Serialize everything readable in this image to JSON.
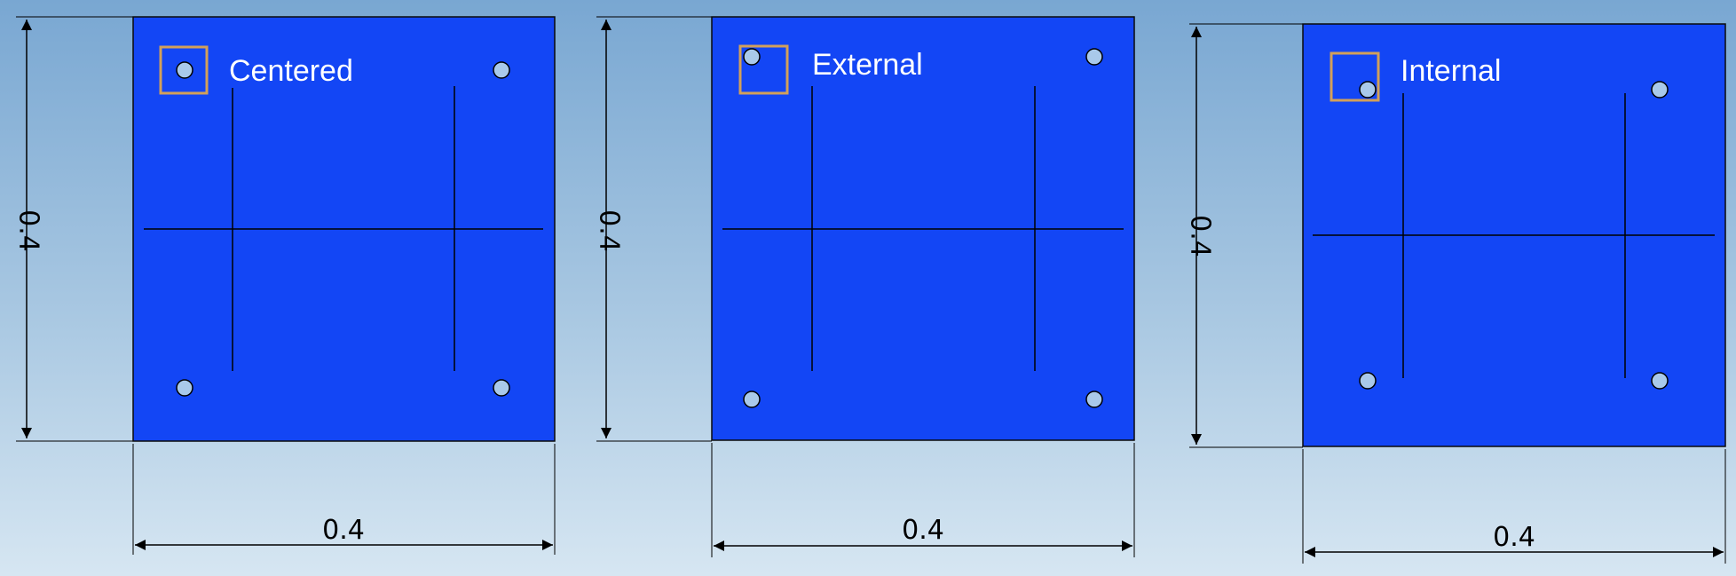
{
  "colors": {
    "plate": "#1346f5",
    "plate_border": "#0a0a0a",
    "marker_box": "#d2a05a",
    "hole_fill": "#a9c9ea",
    "line": "#000000"
  },
  "panels": [
    {
      "label": "Centered",
      "height_dimension": "0.4",
      "width_dimension": "0.4",
      "holes_icon": "circle-icon",
      "marker_icon": "square-marker-icon"
    },
    {
      "label": "External",
      "height_dimension": "0.4",
      "width_dimension": "0.4",
      "holes_icon": "circle-icon",
      "marker_icon": "square-marker-icon"
    },
    {
      "label": "Internal",
      "height_dimension": "0.4",
      "width_dimension": "0.4",
      "holes_icon": "circle-icon",
      "marker_icon": "square-marker-icon"
    }
  ]
}
